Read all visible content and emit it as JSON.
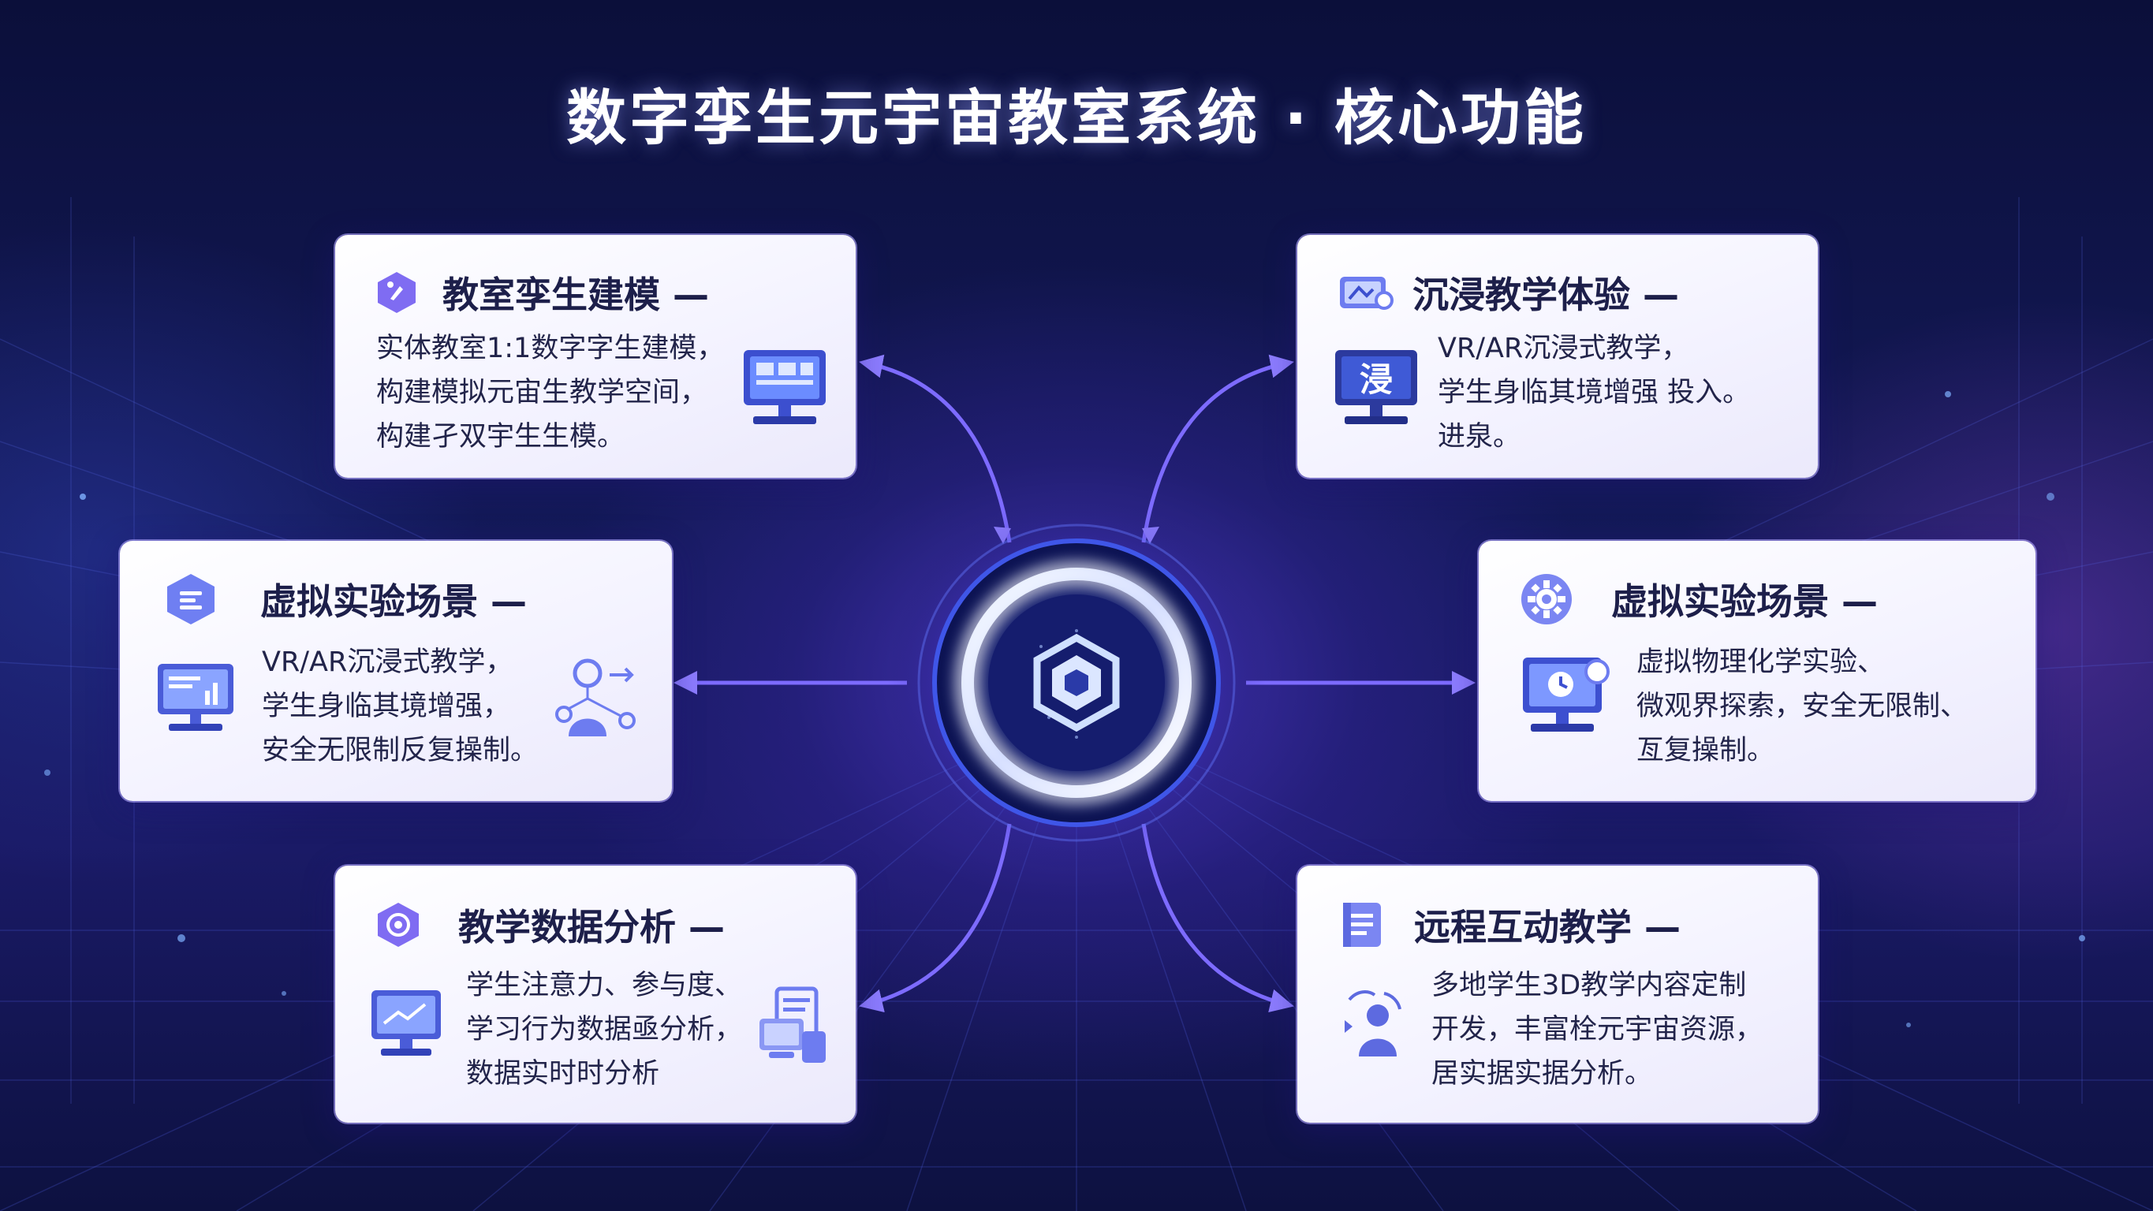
{
  "title": "数字孪生元宇宙教室系统 · 核心功能",
  "hub": {
    "icon": "hexagon-core-icon"
  },
  "cards": [
    {
      "id": "twin-modeling",
      "title": "教室孪生建模 —",
      "lines": [
        "实体教室1:1数字字生建模，",
        "构建模拟元宙生教学空间，",
        "构建孑双宇生生模。"
      ],
      "icons": [
        "hexagon-badge-icon",
        "monitor-dashboard-icon"
      ]
    },
    {
      "id": "immersive",
      "title": "沉浸教学体验 —",
      "lines": [
        "VR/AR沉浸式教学，",
        "学生身临其境增强 投入。",
        "进泉。"
      ],
      "icons": [
        "vr-headset-icon",
        "monitor-character-icon"
      ],
      "monitor_char": "浸"
    },
    {
      "id": "virtual-left",
      "title": "虚拟实验场景 —",
      "lines": [
        "VR/AR沉浸式教学，",
        "学生身临其境增强，",
        "安全无限制反复操制。"
      ],
      "icons": [
        "hexagon-list-icon",
        "monitor-chart-icon",
        "people-network-icon"
      ]
    },
    {
      "id": "virtual-right",
      "title": "虚拟实验场景 —",
      "lines": [
        "虚拟物理化学实验、",
        "微观界探索，安全无限制、",
        "亙复操制。"
      ],
      "icons": [
        "gear-icon",
        "monitor-clock-icon"
      ]
    },
    {
      "id": "data-analysis",
      "title": "教学数据分析 —",
      "lines": [
        "学生注意力、参与度、",
        "学习行为数据亟分析，",
        "数据实时时分析"
      ],
      "icons": [
        "hexagon-target-icon",
        "monitor-pen-icon",
        "devices-icon"
      ]
    },
    {
      "id": "remote",
      "title": "远程互动教学 —",
      "lines": [
        "多地学生3D教学内容定制",
        "开发，丰富栓元宇宙资源，",
        "居实据实据分析。"
      ],
      "icons": [
        "document-icon",
        "users-share-icon"
      ]
    }
  ],
  "colors": {
    "accent": "#6b5cf0",
    "accent_light": "#8c7dff",
    "card_title": "#1d1f4a",
    "connector": "#7d6bff"
  }
}
